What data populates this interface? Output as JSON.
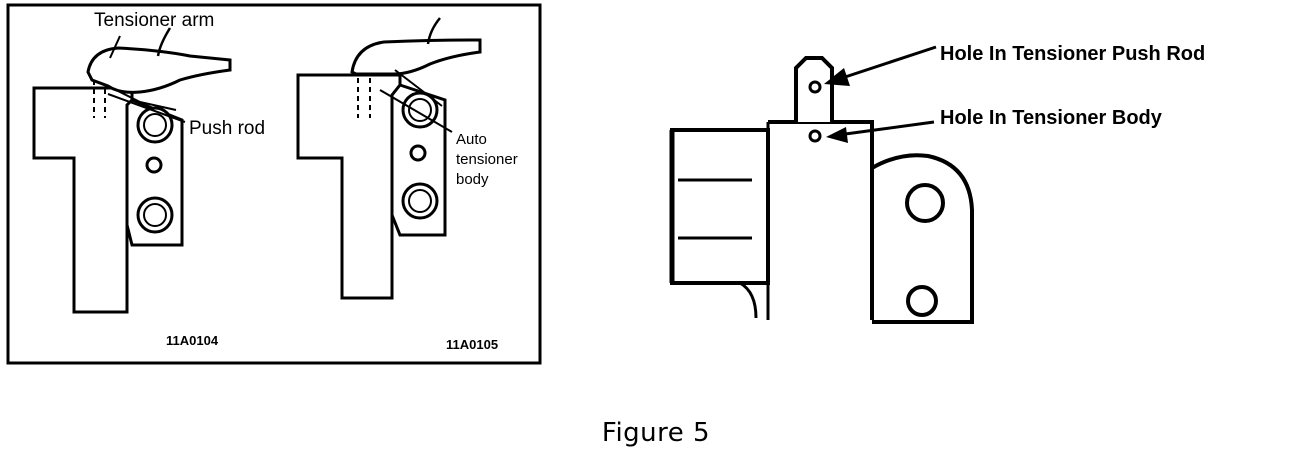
{
  "left_panel": {
    "fig_a": {
      "label_tensioner_arm": "Tensioner arm",
      "label_push_rod": "Push rod",
      "code": "11A0104"
    },
    "fig_b": {
      "label_auto_line1": "Auto",
      "label_auto_line2": "tensioner",
      "label_auto_line3": "body",
      "code": "11A0105"
    }
  },
  "right_panel": {
    "label_hole_push_rod": "Hole In Tensioner Push Rod",
    "label_hole_body": "Hole In Tensioner Body"
  },
  "caption": "Figure 5"
}
